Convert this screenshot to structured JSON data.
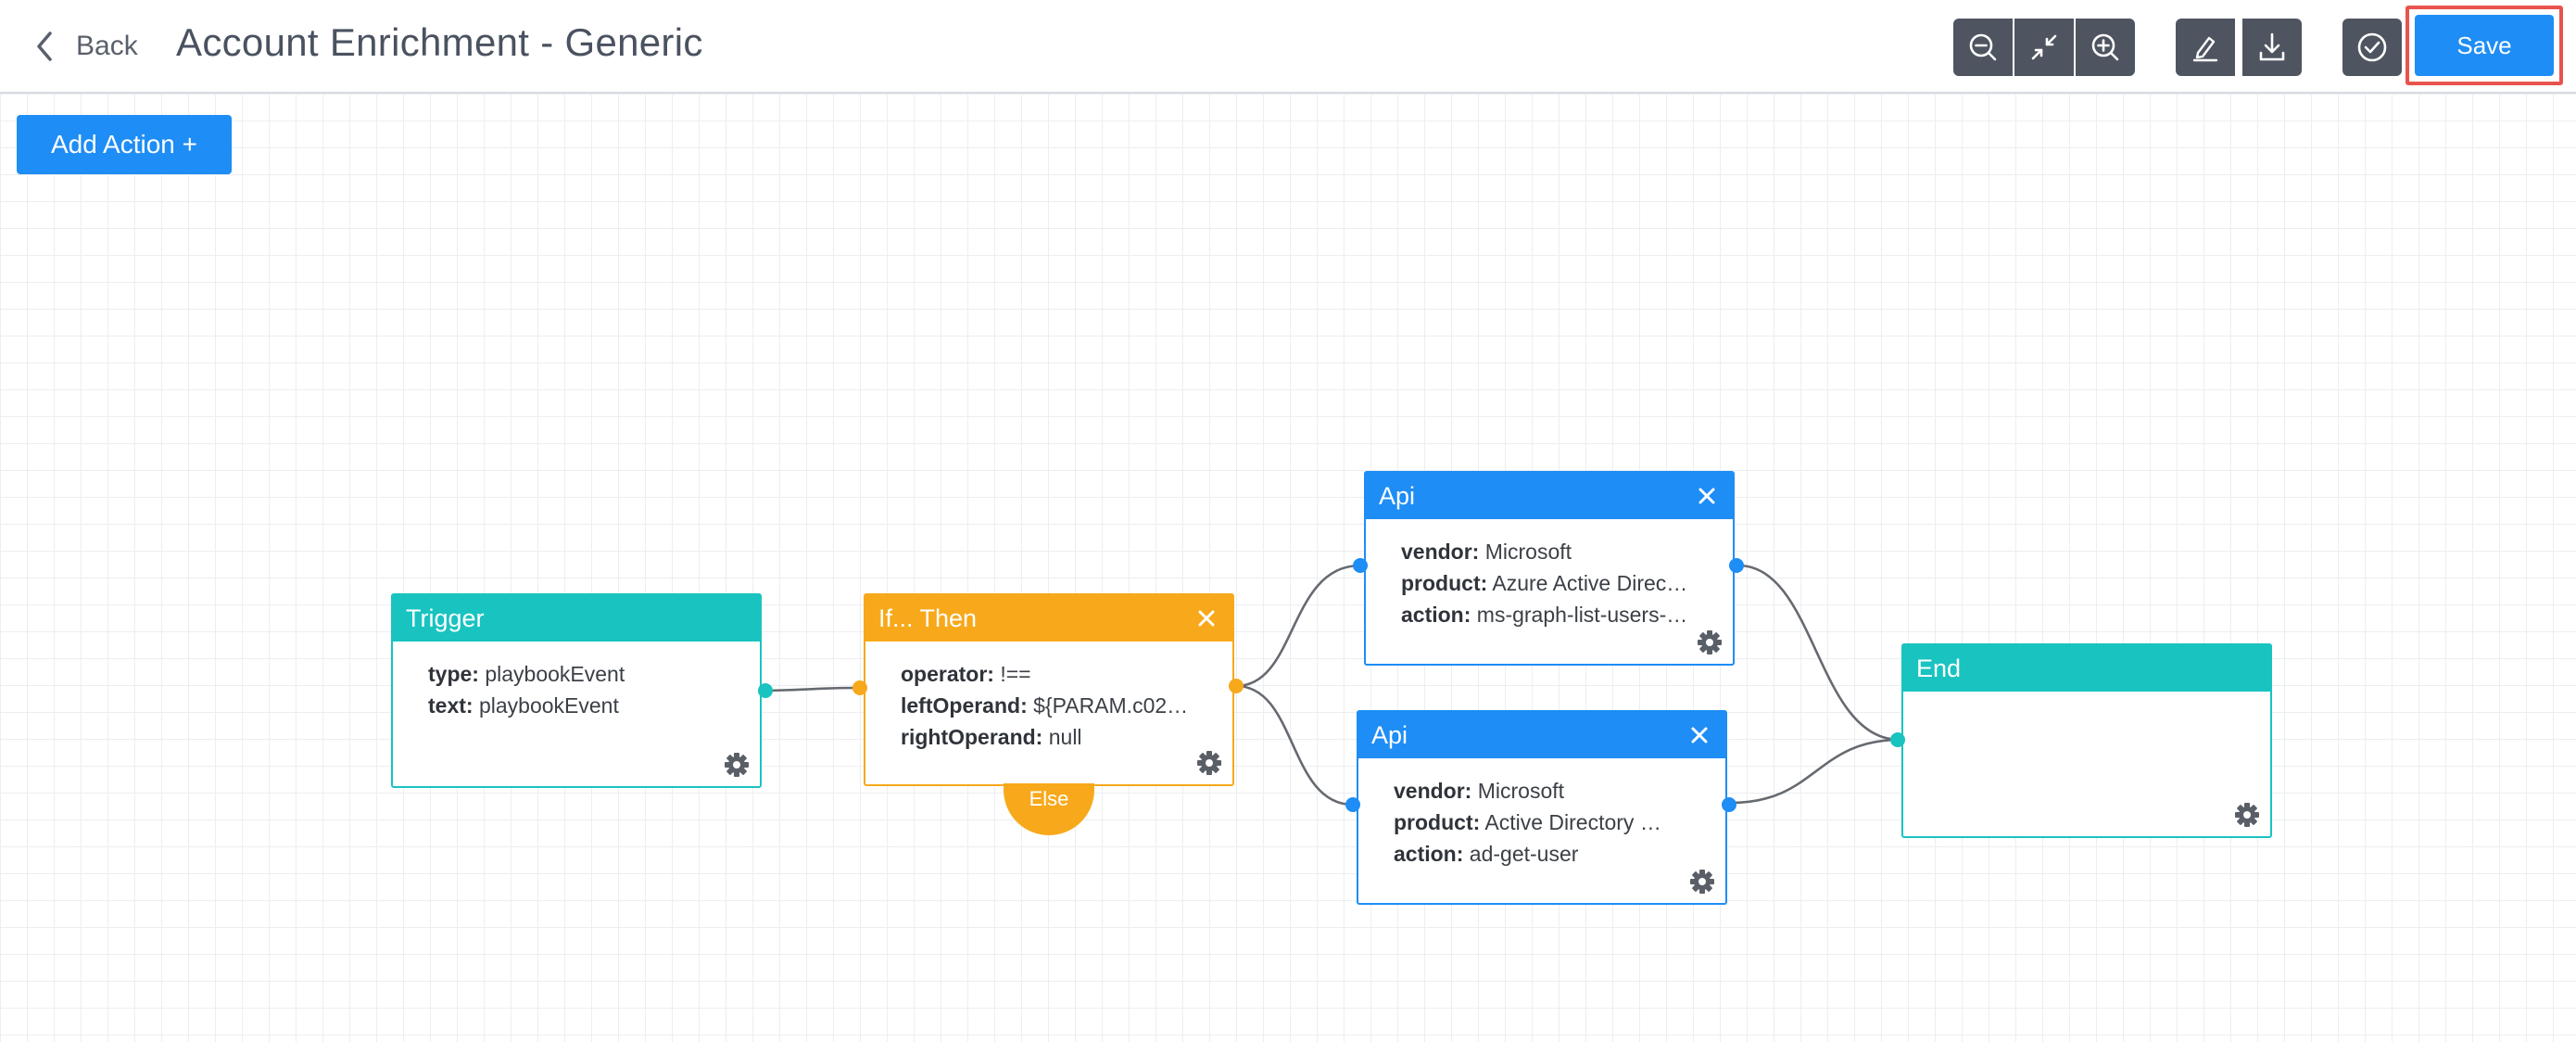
{
  "header": {
    "back_label": "Back",
    "title": "Account Enrichment - Generic",
    "save_label": "Save",
    "toolbar_icons": [
      "zoom-out-icon",
      "collapse-icon",
      "zoom-in-icon",
      "edit-icon",
      "download-icon",
      "check-circle-icon"
    ]
  },
  "canvas": {
    "add_action_label": "Add Action +",
    "nodes": {
      "trigger": {
        "title": "Trigger",
        "fields": [
          {
            "key": "type:",
            "value": "playbookEvent"
          },
          {
            "key": "text:",
            "value": "playbookEvent"
          }
        ]
      },
      "ifthen": {
        "title": "If... Then",
        "fields": [
          {
            "key": "operator:",
            "value": "!=="
          },
          {
            "key": "leftOperand:",
            "value": "${PARAM.c02…"
          },
          {
            "key": "rightOperand:",
            "value": "null"
          }
        ],
        "else_label": "Else"
      },
      "api1": {
        "title": "Api",
        "fields": [
          {
            "key": "vendor:",
            "value": "Microsoft"
          },
          {
            "key": "product:",
            "value": "Azure Active Direc…"
          },
          {
            "key": "action:",
            "value": "ms-graph-list-users-…"
          }
        ]
      },
      "api2": {
        "title": "Api",
        "fields": [
          {
            "key": "vendor:",
            "value": "Microsoft"
          },
          {
            "key": "product:",
            "value": "Active Directory …"
          },
          {
            "key": "action:",
            "value": "ad-get-user"
          }
        ]
      },
      "end": {
        "title": "End"
      }
    }
  },
  "colors": {
    "teal": "#19c3c0",
    "yellow": "#f7a91b",
    "blue": "#1e8df5",
    "toolbar_dark": "#4f5560",
    "highlight_red": "#e8544d"
  }
}
